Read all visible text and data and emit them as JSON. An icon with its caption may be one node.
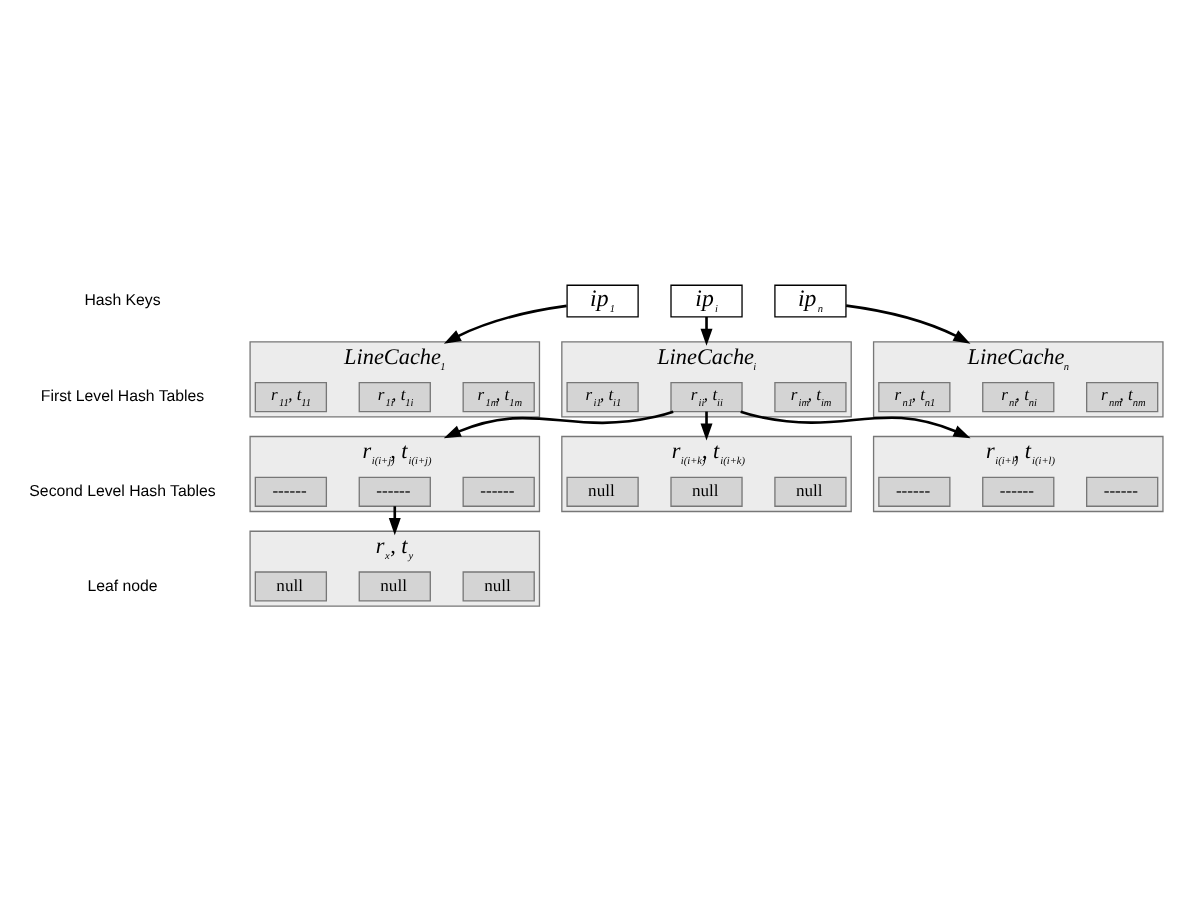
{
  "diagram": {
    "nodes": [
      {
        "text": [
          "ip$_{1}$"
        ]
      },
      {
        "text": [
          "ip$_{i}$"
        ]
      },
      {
        "text": [
          "ip$_{n}$"
        ]
      },
      {
        "text": [
          "LineCache$_{1}$"
        ]
      },
      {
        "text": [
          "r$_{11}$, t$_{11}$"
        ],
        "in": 3
      },
      {
        "text": [
          "r$_{1i}$, t$_{1i}$"
        ],
        "in": 3
      },
      {
        "text": [
          "r$_{1m}$, t$_{1m}$"
        ],
        "in": 3
      },
      {
        "text": [
          "LineCache$_{i}$"
        ]
      },
      {
        "text": [
          "r$_{i1}$, t$_{i1}$"
        ],
        "in": 7
      },
      {
        "text": [
          "r$_{ii}$, t$_{ii}$"
        ],
        "in": 7
      },
      {
        "text": [
          "r$_{im}$, t$_{im}$"
        ],
        "in": 7
      },
      {
        "text": [
          "LineCache$_{n}$"
        ]
      },
      {
        "text": [
          "r$_{n1}$, t$_{n1}$"
        ],
        "in": 11
      },
      {
        "text": [
          "r$_{ni}$, t$_{ni}$"
        ],
        "in": 11
      },
      {
        "text": [
          "r$_{nm}$, t$_{nm}$"
        ],
        "in": 11
      },
      {
        "text": [
          "r$_{i(i+j)}$, t$_{i(i+j)}$"
        ]
      },
      {
        "text": [
          "------"
        ],
        "in": 15
      },
      {
        "text": [
          "------"
        ],
        "in": 15
      },
      {
        "text": [
          "------"
        ],
        "in": 15
      },
      {
        "text": [
          "r$_{i(i+k)}$, t$_{i(i+k)}$"
        ]
      },
      {
        "text": [
          "null"
        ],
        "in": 19
      },
      {
        "text": [
          "null"
        ],
        "in": 19
      },
      {
        "text": [
          "null"
        ],
        "in": 19
      },
      {
        "text": [
          "r$_{i(i+l)}$, t$_{i(i+l)}$"
        ]
      },
      {
        "text": [
          "------"
        ],
        "in": 23
      },
      {
        "text": [
          "------"
        ],
        "in": 23
      },
      {
        "text": [
          "------"
        ],
        "in": 23
      },
      {
        "text": [
          "r$_{x}$, t$_{y}$"
        ]
      },
      {
        "text": [
          "null"
        ],
        "in": 27
      },
      {
        "text": [
          "null"
        ],
        "in": 27
      },
      {
        "text": [
          "null"
        ],
        "in": 27
      }
    ],
    "edges": [
      {
        "from": 0,
        "to": 3,
        "arrow": "to"
      },
      {
        "from": 1,
        "to": 7,
        "arrow": "to"
      },
      {
        "from": 2,
        "to": 11,
        "arrow": "to"
      },
      {
        "from": 9,
        "to": 15,
        "arrow": "to"
      },
      {
        "from": 9,
        "to": 19,
        "arrow": "to"
      },
      {
        "from": 9,
        "to": 23,
        "arrow": "to"
      },
      {
        "from": 17,
        "to": 27,
        "arrow": "to"
      }
    ],
    "labels": [
      "Hash Keys",
      "First Level Hash Tables",
      "Second Level Hash Tables",
      "Leaf node"
    ]
  }
}
